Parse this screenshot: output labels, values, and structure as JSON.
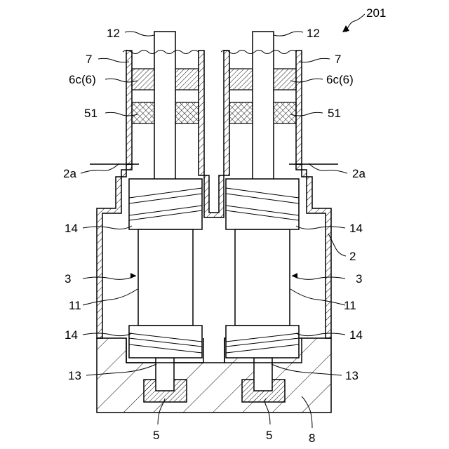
{
  "figure": {
    "ref_number": "201",
    "labels": {
      "rod_left": "12",
      "rod_right": "12",
      "outer_left": "7",
      "outer_right": "7",
      "seal_left": "6c(6)",
      "seal_right": "6c(6)",
      "ring_left": "51",
      "ring_right": "51",
      "plane_left": "2a",
      "plane_right": "2a",
      "upper_coil_left": "14",
      "upper_coil_right": "14",
      "housing": "2",
      "unit_left": "3",
      "unit_right": "3",
      "body_left": "11",
      "body_right": "11",
      "lower_coil_left": "14",
      "lower_coil_right": "14",
      "shaft_left": "13",
      "shaft_right": "13",
      "base_left": "5",
      "base_right": "5",
      "block": "8"
    }
  }
}
